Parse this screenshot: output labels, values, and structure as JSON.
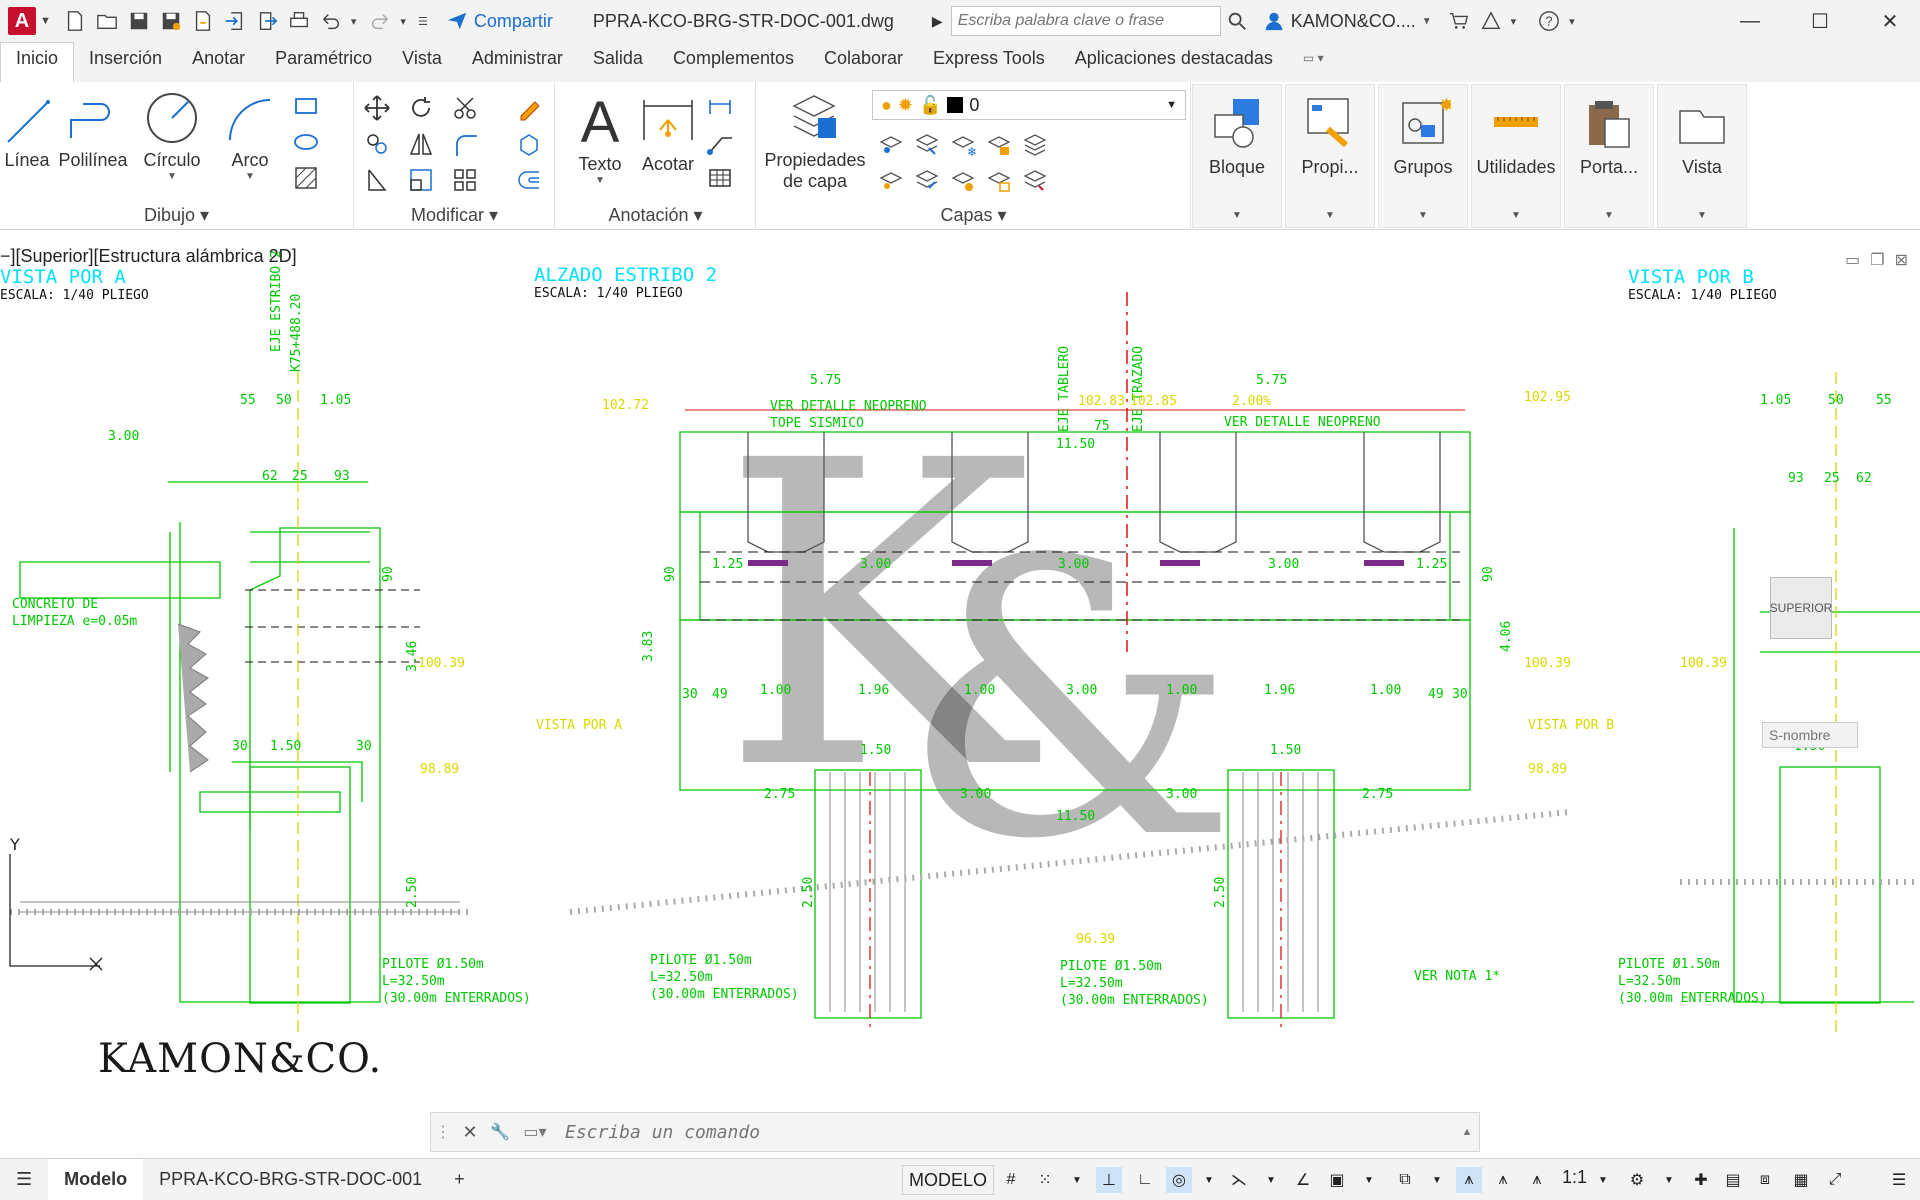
{
  "app": {
    "logo_letter": "A",
    "share_label": "Compartir",
    "document_title": "PPRA-KCO-BRG-STR-DOC-001.dwg",
    "search_placeholder": "Escriba palabra clave o frase",
    "user_name": "KAMON&CO...."
  },
  "ribbon_tabs": [
    "Inicio",
    "Inserción",
    "Anotar",
    "Paramétrico",
    "Vista",
    "Administrar",
    "Salida",
    "Complementos",
    "Colaborar",
    "Express Tools",
    "Aplicaciones destacadas"
  ],
  "ribbon": {
    "dibujo": {
      "title": "Dibujo",
      "linea": "Línea",
      "polilinea": "Polilínea",
      "circulo": "Círculo",
      "arco": "Arco"
    },
    "modificar": {
      "title": "Modificar"
    },
    "anotacion": {
      "title": "Anotación",
      "texto": "Texto",
      "acotar": "Acotar"
    },
    "capas": {
      "title": "Capas",
      "propiedades_1": "Propiedades",
      "propiedades_2": "de capa",
      "current_layer": "0"
    },
    "tiles": {
      "bloque": "Bloque",
      "propi": "Propi...",
      "grupos": "Grupos",
      "utilidades": "Utilidades",
      "porta": "Porta...",
      "vista": "Vista"
    }
  },
  "viewport": {
    "label": "−][Superior][Estructura alámbrica 2D]",
    "viewcube_label": "SUPERIOR",
    "named_view": "S-nombre",
    "watermark": "KAMON&CO."
  },
  "drawing": {
    "vista_a_title": "VISTA POR A",
    "vista_a_scale": "ESCALA: 1/40 PLIEGO",
    "alzado_title": "ALZADO ESTRIBO 2",
    "alzado_scale": "ESCALA: 1/40 PLIEGO",
    "vista_b_title": "VISTA POR B",
    "vista_b_scale": "ESCALA: 1/40 PLIEGO",
    "labels": {
      "eje_estribo": "EJE ESTRIBO 2",
      "eje_estribo_k": "K75+488.20",
      "concreto_1": "CONCRETO DE",
      "concreto_2": "LIMPIEZA e=0.05m",
      "ver_detalle_1": "VER DETALLE NEOPRENO",
      "ver_detalle_1b": "TOPE SISMICO",
      "ver_detalle_2": "VER DETALLE NEOPRENO",
      "eje_tablero": "EJE TABLERO",
      "eje_trazado": "EJE TRAZADO",
      "vista_por_a": "VISTA POR A",
      "vista_por_b": "VISTA POR B",
      "ver_nota": "VER NOTA 1*",
      "pilote_1": "PILOTE Ø1.50m",
      "pilote_2": "L=32.50m",
      "pilote_3": "(30.00m ENTERRADOS)"
    },
    "dims": {
      "d_575": "5.75",
      "d_1150": "11.50",
      "d_75": "75",
      "d_300": "3.00",
      "d_125": "1.25",
      "d_100": "1.00",
      "d_196": "1.96",
      "d_150": "1.50",
      "d_275": "2.75",
      "d_105": "1.05",
      "d_55": "55",
      "d_50": "50",
      "d_62": "62",
      "d_25": "25",
      "d_93": "93",
      "d_30": "30",
      "d_250": "2.50",
      "d_383": "3.83",
      "d_406": "4.06",
      "d_346": "3.46",
      "d_90": "90",
      "d_49": "49"
    },
    "elevations": {
      "e1": "102.72",
      "e2": "102.95",
      "e3": "100.39",
      "e4": "98.89",
      "e5": "96.39",
      "e6": "102.83",
      "e7": "102.85",
      "slope": "2.00%"
    }
  },
  "command": {
    "placeholder": "Escriba un comando"
  },
  "status": {
    "tab_model": "Modelo",
    "tab_layout": "PPRA-KCO-BRG-STR-DOC-001",
    "model_button": "MODELO",
    "scale": "1:1"
  },
  "colors": {
    "accent": "#1a6fd1",
    "logo": "#c8102e",
    "drawing_green": "#00c800",
    "drawing_cyan": "#00e0ff",
    "axis_red": "#e00000"
  }
}
